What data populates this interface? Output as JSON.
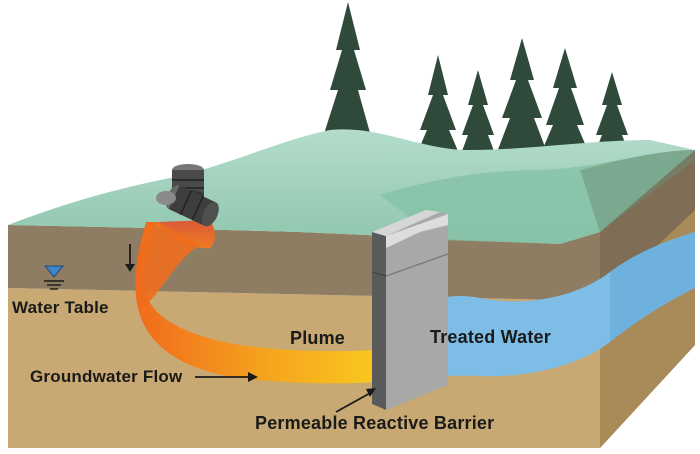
{
  "labels": {
    "water_table": "Water Table",
    "groundwater_flow": "Groundwater Flow",
    "plume": "Plume",
    "treated_water": "Treated Water",
    "barrier": "Permeable Reactive Barrier"
  },
  "colors": {
    "grass": "#9fd2bb",
    "grass_dark": "#7fbfa3",
    "topsoil": "#8c7b60",
    "subsoil": "#c6a66f",
    "side_face": "#a98c5c",
    "plume_orange": "#f07a1e",
    "plume_yellow": "#f8c21e",
    "treated_water": "#7dbde6",
    "barrier": "#9a9a9a",
    "trees": "#2f4a3a"
  },
  "icons": [
    "barrel-icon",
    "water-table-icon",
    "arrow-icon",
    "tree-icon"
  ]
}
